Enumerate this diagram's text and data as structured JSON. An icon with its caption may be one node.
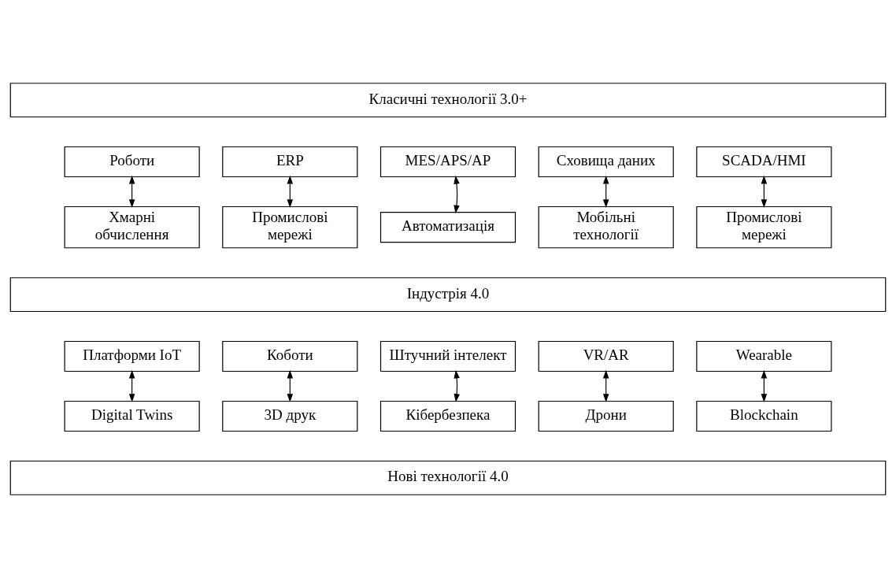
{
  "diagram": {
    "nodes": [
      {
        "text": [
          "Класичні технології 3.0+"
        ]
      },
      {
        "text": [
          "Роботи"
        ]
      },
      {
        "text": [
          "ERP"
        ]
      },
      {
        "text": [
          "MES/APS/AP"
        ]
      },
      {
        "text": [
          "Сховища даних"
        ]
      },
      {
        "text": [
          "SCADA/HMI"
        ]
      },
      {
        "text": [
          "Хмарні обчислення"
        ]
      },
      {
        "text": [
          "Промислові мережі"
        ]
      },
      {
        "text": [
          "Автоматизація"
        ]
      },
      {
        "text": [
          "Мобільні технології"
        ]
      },
      {
        "text": [
          "Промислові мережі"
        ]
      },
      {
        "text": [
          "Індустрія 4.0"
        ]
      },
      {
        "text": [
          "Платформи IoT"
        ]
      },
      {
        "text": [
          "Коботи"
        ]
      },
      {
        "text": [
          "Штучний інтелект"
        ]
      },
      {
        "text": [
          "VR/AR"
        ]
      },
      {
        "text": [
          "Wearable"
        ]
      },
      {
        "text": [
          "Digital Twins"
        ]
      },
      {
        "text": [
          "3D друк"
        ]
      },
      {
        "text": [
          "Кібербезпека"
        ]
      },
      {
        "text": [
          "Дрони"
        ]
      },
      {
        "text": [
          "Blockchain"
        ]
      },
      {
        "text": [
          "Нові технології 4.0"
        ]
      }
    ],
    "edges": [
      {
        "from": 1,
        "to": 6,
        "arrow": "both"
      },
      {
        "from": 2,
        "to": 7,
        "arrow": "both"
      },
      {
        "from": 3,
        "to": 8,
        "arrow": "both"
      },
      {
        "from": 4,
        "to": 9,
        "arrow": "both"
      },
      {
        "from": 5,
        "to": 10,
        "arrow": "both"
      },
      {
        "from": 12,
        "to": 17,
        "arrow": "both"
      },
      {
        "from": 13,
        "to": 18,
        "arrow": "both"
      },
      {
        "from": 14,
        "to": 19,
        "arrow": "both"
      },
      {
        "from": 15,
        "to": 20,
        "arrow": "both"
      },
      {
        "from": 16,
        "to": 21,
        "arrow": "both"
      }
    ]
  }
}
